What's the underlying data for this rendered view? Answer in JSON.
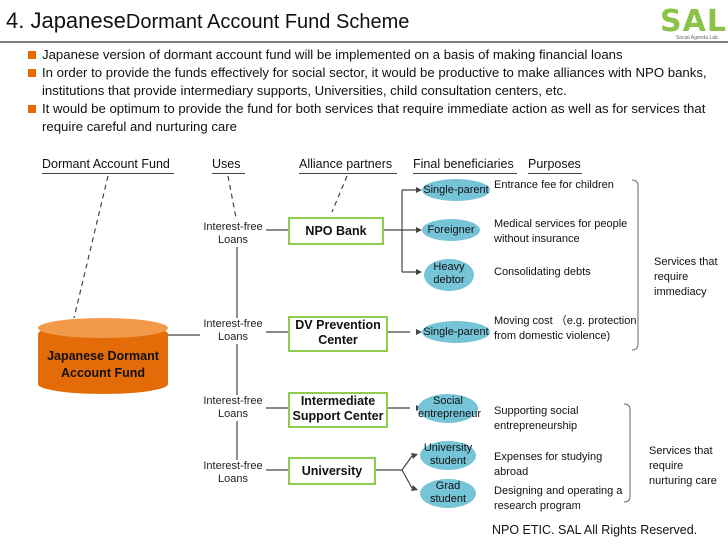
{
  "header": {
    "title_lead": "4. Japanese",
    "title_rest": "Dormant Account Fund Scheme",
    "logo_text": "SAL",
    "logo_subtext": "Social Agenda Lab."
  },
  "bullets": [
    "Japanese version of dormant account fund will be implemented on a basis of making financial loans",
    "In order to provide the funds effectively for social sector, it would be productive to make alliances with NPO banks, institutions that provide intermediary supports, Universities, child consultation centers, etc.",
    "It would be optimum to provide the fund for both services that require immediate action as well as for services that require careful and nurturing care"
  ],
  "columns": {
    "fund": "Dormant Account Fund",
    "uses": "Uses",
    "partners": "Alliance partners",
    "beneficiaries": "Final beneficiaries",
    "purposes": "Purposes"
  },
  "fund_node": "Japanese Dormant Account Fund",
  "uses": [
    "Interest-free Loans",
    "Interest-free Loans",
    "Interest-free Loans",
    "Interest-free Loans"
  ],
  "partners": [
    "NPO Bank",
    "DV Prevention Center",
    "Intermediate Support Center",
    "University"
  ],
  "beneficiaries": [
    "Single-parent",
    "Foreigner",
    "Heavy debtor",
    "Single-parent",
    "Social entrepreneur",
    "University student",
    "Grad student"
  ],
  "purposes": [
    "Entrance fee for children",
    "Medical services for people without insurance",
    "Consolidating debts",
    "Moving cost （e.g. protection from domestic violence)",
    "Supporting social entrepreneurship",
    "Expenses for studying abroad",
    "Designing and operating a research program"
  ],
  "groups": {
    "immediate": "Services that require immediacy",
    "nurturing": "Services that require nurturing care"
  },
  "footer": "NPO ETIC. SAL All Rights Reserved.",
  "colors": {
    "accent_orange": "#e36c09",
    "partner_border": "#8fcd4f",
    "beneficiary_blue": "#76c4d8",
    "logo_green": "#8bc34a"
  }
}
